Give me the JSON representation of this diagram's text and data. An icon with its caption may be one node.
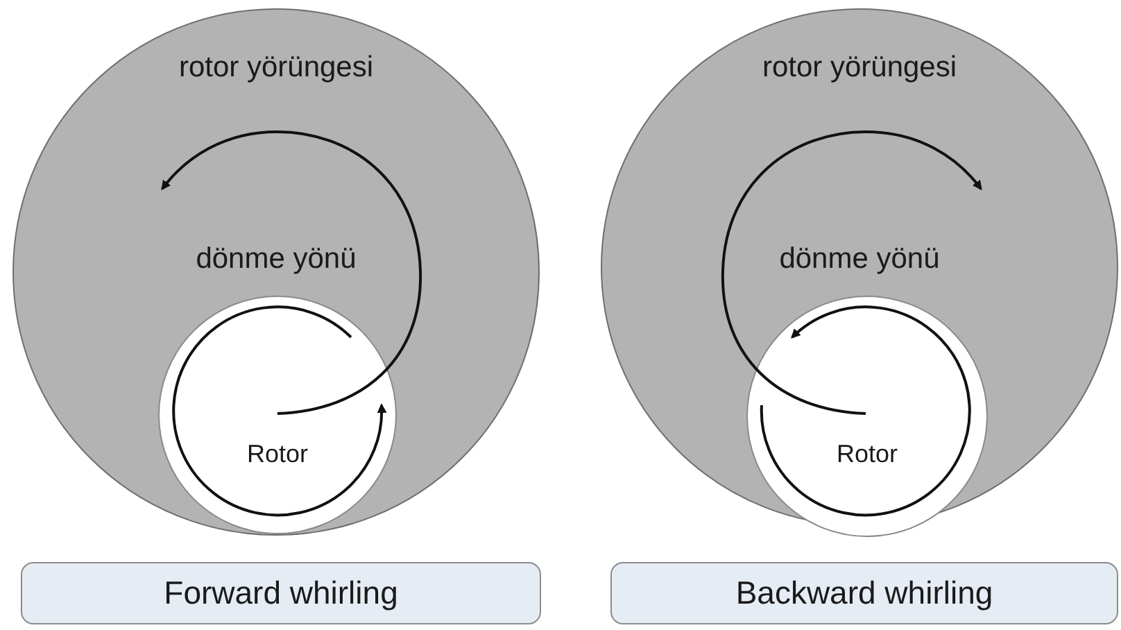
{
  "diagram": {
    "nodes": [
      {
        "text": [
          "rotor yörüngesi",
          "dönme yönü"
        ]
      },
      {
        "text": [
          "Rotor"
        ],
        "in": 0
      },
      {
        "text": [
          "Forward whirling"
        ]
      },
      {
        "text": [
          "rotor yörüngesi",
          "dönme yönü"
        ]
      },
      {
        "text": [
          "Rotor"
        ],
        "in": 3
      },
      {
        "text": [
          "Backward whirling"
        ]
      }
    ]
  }
}
